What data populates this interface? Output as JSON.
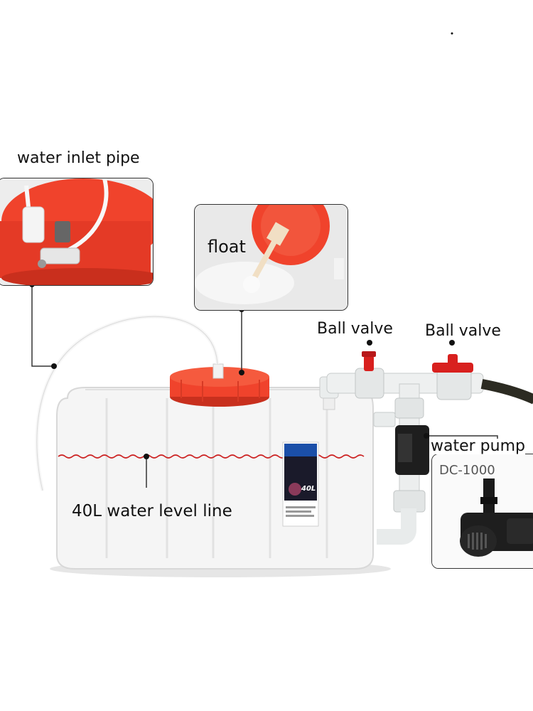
{
  "labels": {
    "water_inlet_pipe": "water inlet pipe",
    "float": "float",
    "ball_valve_left": "Ball valve",
    "ball_valve_right": "Ball valve",
    "water_pump": "water pump",
    "pump_model": "DC-1000",
    "water_level_line": "40L water level line"
  },
  "product_label": {
    "capacity": "40L"
  },
  "colors": {
    "lid_red": "#f0432c",
    "tank_white": "#f4f4f4",
    "pipe_white": "#e9ecec",
    "water_line": "#cc2222",
    "hose_dark": "#2c2b22",
    "pump_black": "#1e1e1e"
  }
}
